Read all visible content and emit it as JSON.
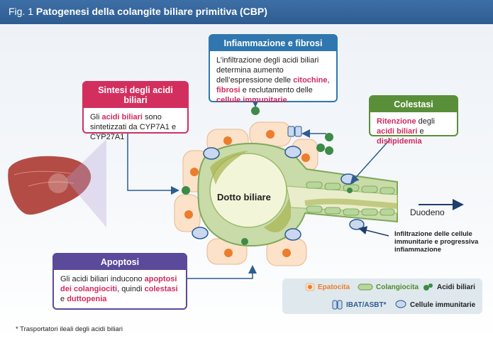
{
  "header": {
    "fig_number": "Fig. 1",
    "title": "Patogenesi della colangite biliare primitiva (CBP)"
  },
  "boxes": {
    "infiammazione": {
      "title": "Infiammazione e fibrosi",
      "t1": "L’infiltrazione degli acidi biliari determina aumento dell’espressione delle ",
      "h1": "citochine",
      "t2": ", ",
      "h2": "fibrosi",
      "t3": " e reclutamento delle ",
      "h3": "cellule immunitarie"
    },
    "sintesi": {
      "title": "Sintesi degli acidi biliari",
      "t1": "Gli ",
      "h1": "acidi biliari",
      "t2": " sono sintetizzati da CYP7A1 e CYP27A1"
    },
    "colestasi": {
      "title": "Colestasi",
      "h1": "Ritenzione",
      "t1": " degli ",
      "h2": "acidi biliari",
      "t2": " e ",
      "h3": "dislipidemia"
    },
    "apoptosi": {
      "title": "Apoptosi",
      "t1": "Gli acidi biliari inducono ",
      "h1": "apoptosi dei colangiociti",
      "t2": ", quindi ",
      "h2": "colestasi",
      "t3": " e ",
      "h3": "duttopenia"
    }
  },
  "labels": {
    "dotto": "Dotto biliare",
    "duodeno": "Duodeno",
    "infiltrazione": "Infiltrazione delle cellule immunitarie e progressiva infiammazione"
  },
  "legend": {
    "epatocita": "Epatocita",
    "colangiocita": "Colangiocita",
    "acidi": "Acidi biliari",
    "ibat": "IBAT/ASBT*",
    "immuni": "Cellule immunitarie"
  },
  "footnote": "* Trasportatori ileali degli acidi biliari",
  "colors": {
    "header": "#2e5c90",
    "infiammazione": "#2f77ae",
    "sintesi": "#d22f5f",
    "colestasi": "#5a8f3a",
    "apoptosi": "#5b4a9a",
    "highlight": "#d12a5d",
    "hepatocyte": "#fbe2c9",
    "nucleus": "#ec7d2c",
    "cholangiocyte": "#b7d69b",
    "bile_acid": "#3e8a48",
    "immune": "#c9d8f0",
    "liver": "#b34c45"
  },
  "icons": [
    "liver-icon",
    "hepatocyte-icon",
    "cholangiocyte-icon",
    "bile-acid-icon",
    "transporter-icon",
    "immune-cell-icon",
    "arrow-icon"
  ]
}
